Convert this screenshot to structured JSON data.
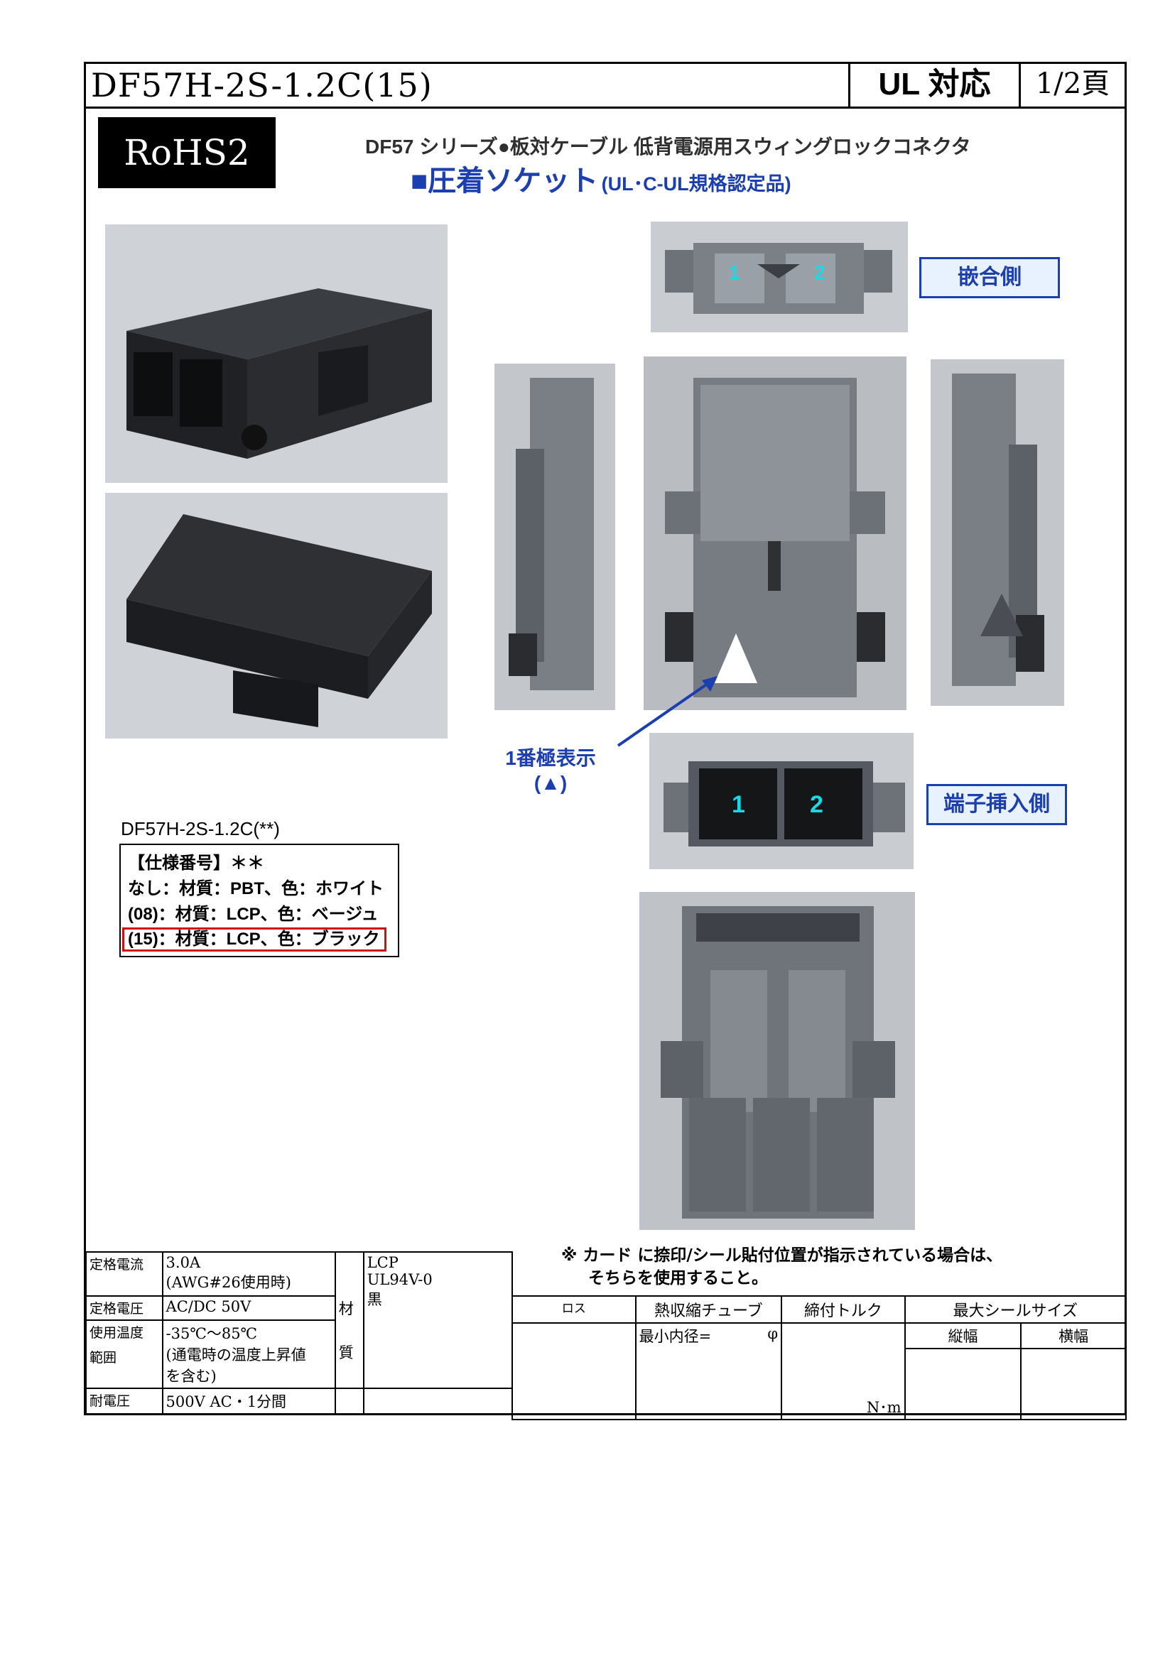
{
  "header": {
    "part_number": "DF57H-2S-1.2C(15)",
    "ul": "UL 対応",
    "page": "1/2頁"
  },
  "rohs": "RoHS2",
  "series_line": "DF57 シリーズ●板対ケーブル 低背電源用スウィングロックコネクタ",
  "product": {
    "main": "■圧着ソケット",
    "sub": "(UL･C-UL規格認定品)"
  },
  "views": {
    "mating_side": "嵌合側",
    "terminal_side": "端子挿入側",
    "pin1_label": "1番極表示",
    "pin1_symbol": "(▲)",
    "pin_numbers": [
      "1",
      "2"
    ]
  },
  "spec_code": {
    "part_template": "DF57H-2S-1.2C(**)",
    "title": "【仕様番号】＊＊",
    "rows": [
      "なし：材質：PBT、色：ホワイト",
      "(08)：材質：LCP、色：ベージュ",
      "(15)：材質：LCP、色：ブラック"
    ]
  },
  "note": {
    "line1": "※ カード に捺印/シール貼付位置が指示されている場合は、",
    "line2": "そちらを使用すること。"
  },
  "ratings": {
    "current_label": "定格電流",
    "current_value1": "3.0A",
    "current_value2": "(AWG#26使用時)",
    "voltage_label": "定格電圧",
    "voltage_value": "AC/DC 50V",
    "temp_label1": "使用温度",
    "temp_label2": "範囲",
    "temp_value1": "-35℃～85℃",
    "temp_value2": "(通電時の温度上昇値",
    "temp_value3": "を含む)",
    "withstand_label": "耐電圧",
    "withstand_value": "500V AC・1分間",
    "material_label1": "材",
    "material_label2": "質",
    "material1": "LCP",
    "material2": "UL94V-0",
    "material3": "黒"
  },
  "process": {
    "loss": "ロス",
    "tube": "熱収縮チューブ",
    "tube_min": "最小内径=",
    "tube_unit": "φ",
    "torque": "締付トルク",
    "torque_unit": "N･m",
    "seal": "最大シールサイズ",
    "seal_h": "縦幅",
    "seal_w": "横幅"
  }
}
